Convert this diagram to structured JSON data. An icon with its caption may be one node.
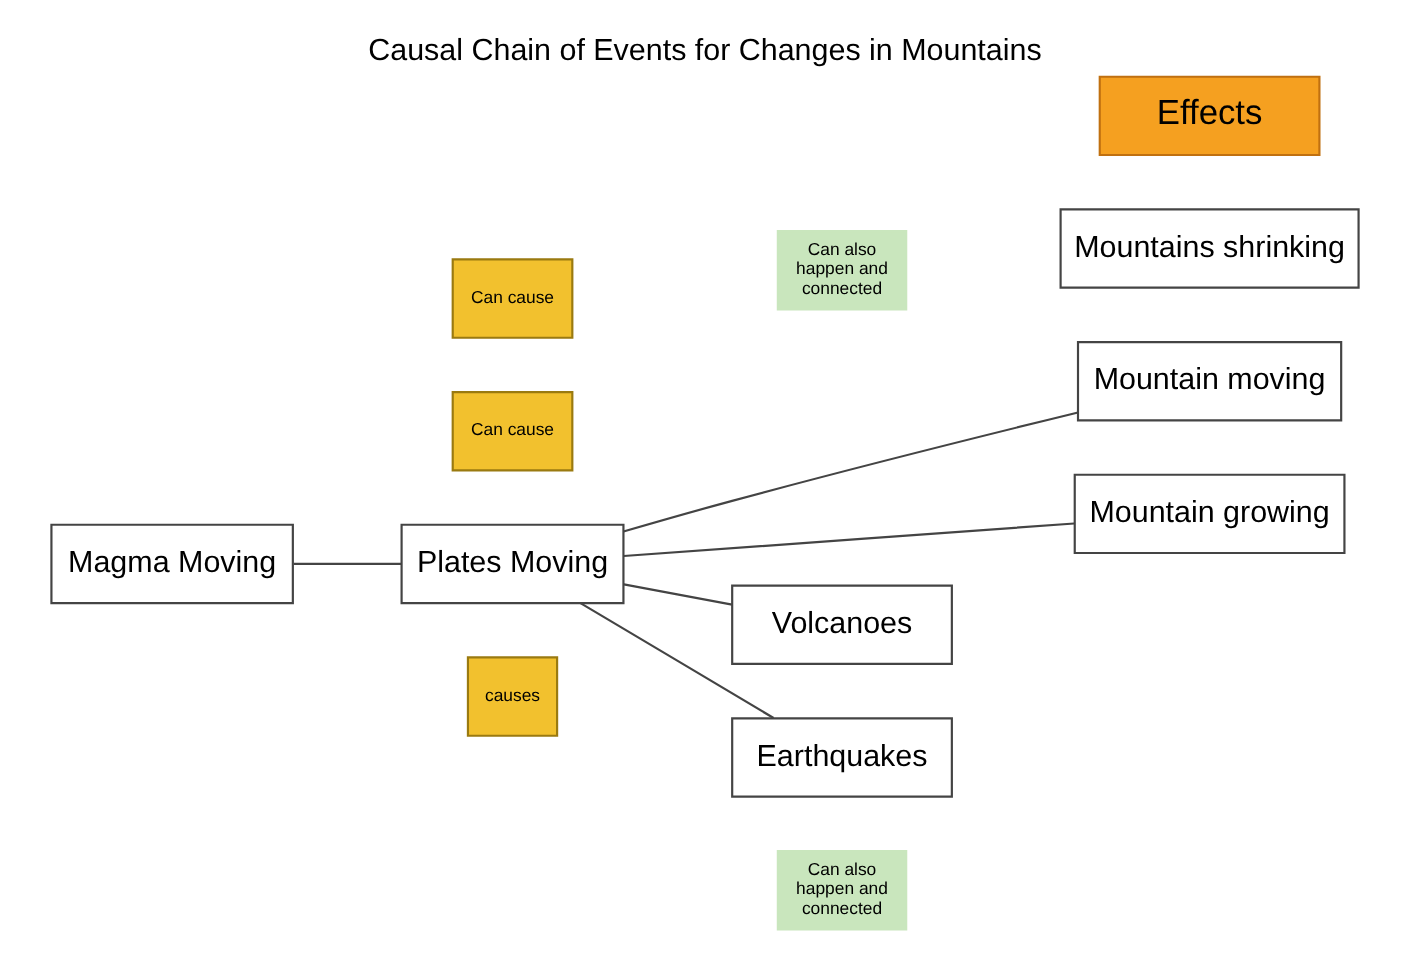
{
  "diagram": {
    "title": "Causal Chain of Events for Changes in Mountains",
    "nodes": [
      {
        "text": [
          "Magma Moving"
        ]
      },
      {
        "text": [
          "Plates Moving"
        ]
      },
      {
        "text": [
          "Volcanoes"
        ]
      },
      {
        "text": [
          "Earthquakes"
        ]
      },
      {
        "text": [
          "Effects"
        ]
      },
      {
        "text": [
          "Mountains shrinking"
        ]
      },
      {
        "text": [
          "Mountain moving"
        ]
      },
      {
        "text": [
          "Mountain growing"
        ]
      },
      {
        "text": [
          "Can cause"
        ]
      },
      {
        "text": [
          "causes"
        ]
      },
      {
        "text": [
          "Can cause"
        ]
      },
      {
        "text": [
          "Can also happen and connected"
        ]
      },
      {
        "text": [
          "Can also happen and connected"
        ]
      }
    ],
    "edges": [
      {
        "from": 0,
        "to": 1,
        "arrow": "none"
      },
      {
        "from": 1,
        "to": 2,
        "arrow": "none"
      },
      {
        "from": 1,
        "to": 3,
        "arrow": "none"
      },
      {
        "from": 1,
        "to": 6,
        "arrow": "none"
      },
      {
        "from": 1,
        "to": 7,
        "arrow": "none"
      }
    ]
  }
}
